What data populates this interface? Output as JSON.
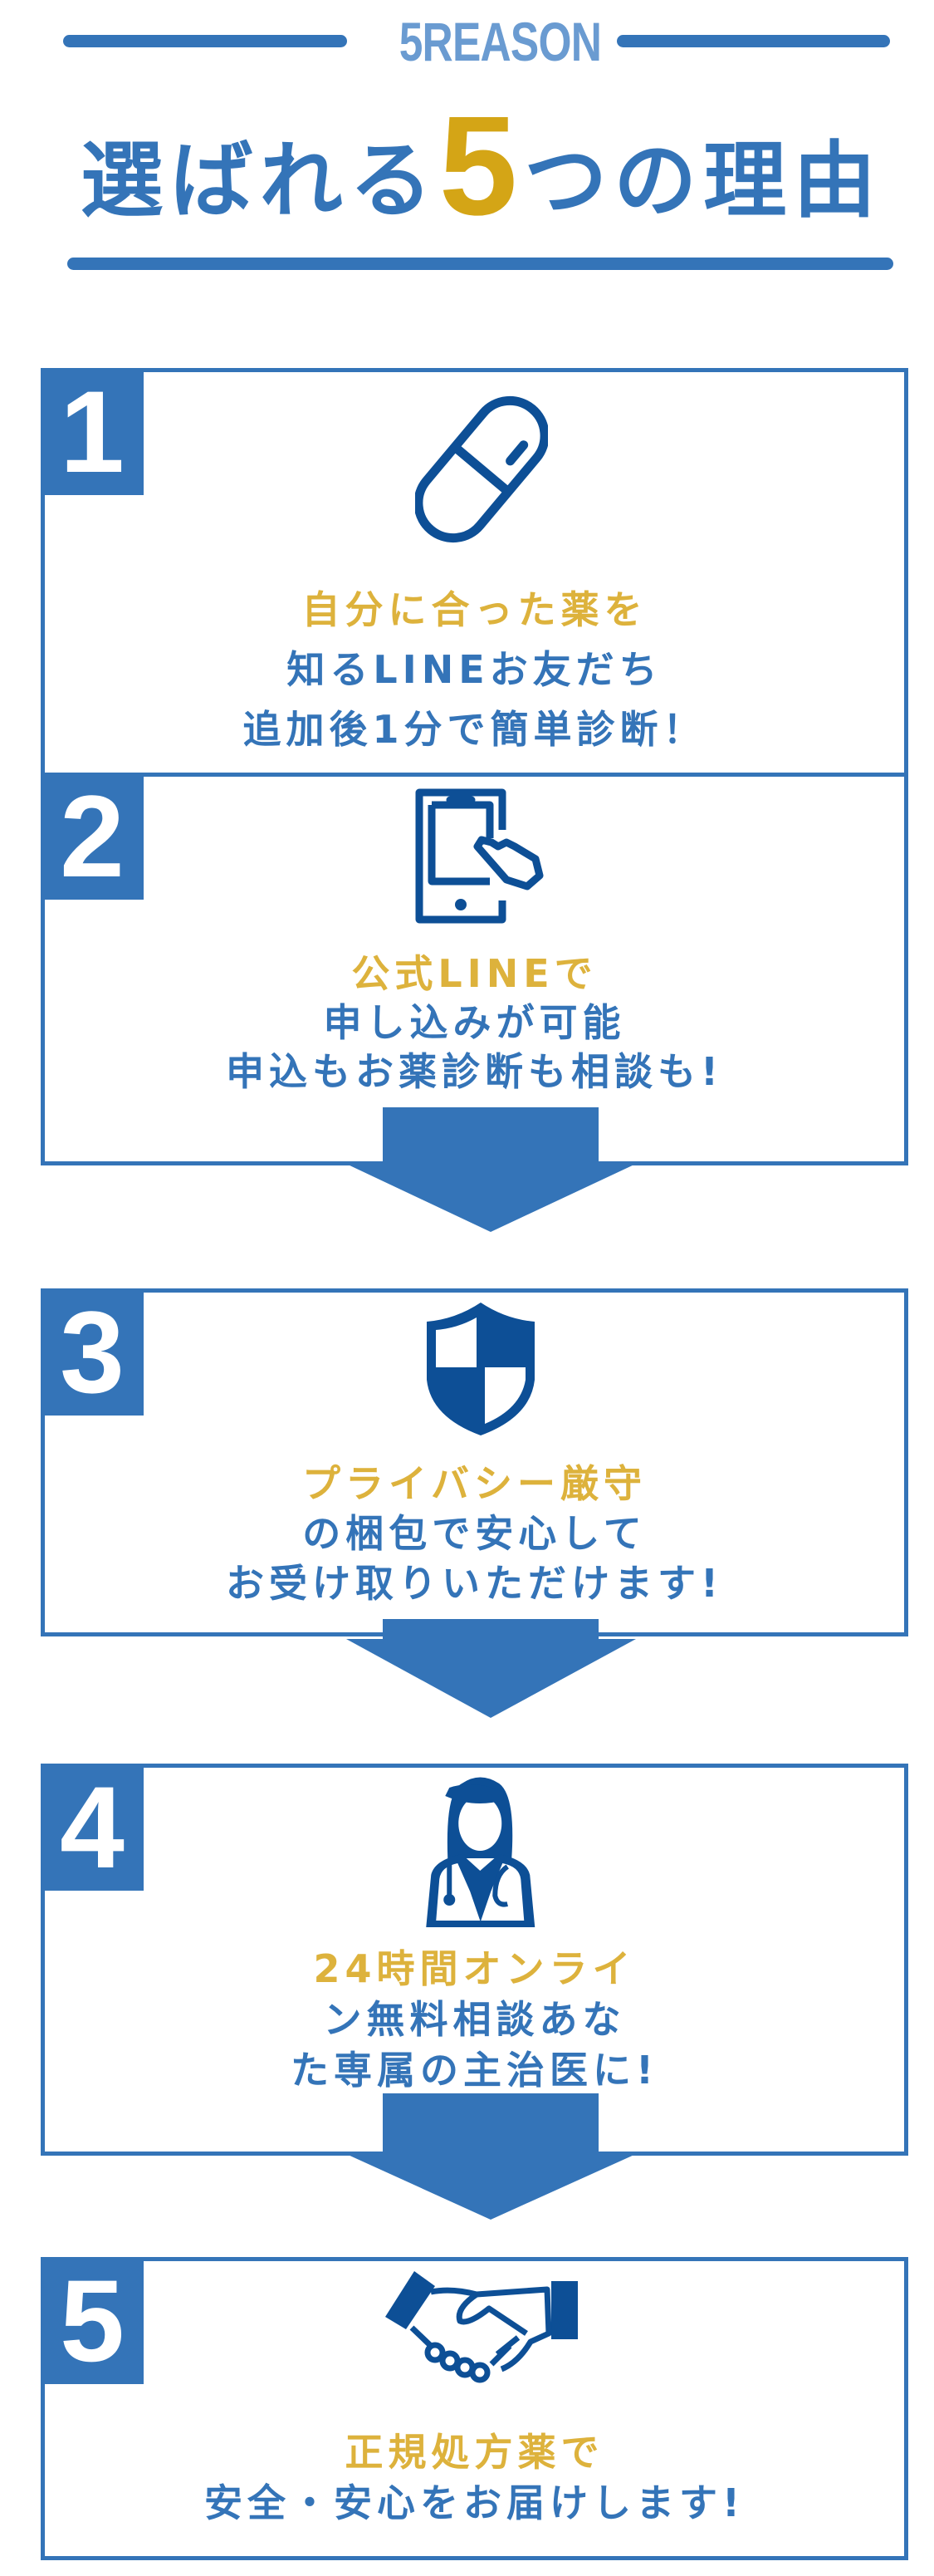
{
  "header": {
    "eyebrow": "5REASON",
    "title_before": "選ばれる",
    "title_number": "5",
    "title_after": "つの理由"
  },
  "colors": {
    "primary": "#3474b8",
    "icon": "#0d4f96",
    "accent": "#d4a516",
    "highlight": "#ddb23c",
    "eyebrow": "#6a9bd1"
  },
  "reasons": [
    {
      "number": "1",
      "icon": "capsule-icon",
      "highlight": "自分に合った薬を",
      "lines": [
        "知るLINEお友だち",
        "追加後1分で簡単診断！"
      ]
    },
    {
      "number": "2",
      "icon": "smartphone-tap-icon",
      "highlight": "公式LINEで",
      "lines": [
        "申し込みが可能",
        "申込もお薬診断も相談も!"
      ]
    },
    {
      "number": "3",
      "icon": "shield-icon",
      "highlight": "プライバシー厳守",
      "lines": [
        "の梱包で安心して",
        "お受け取りいただけます!"
      ]
    },
    {
      "number": "4",
      "icon": "doctor-icon",
      "highlight": "24時間オンライ",
      "lines": [
        "ン無料相談あな",
        "た専属の主治医に!"
      ]
    },
    {
      "number": "5",
      "icon": "handshake-icon",
      "highlight": "正規処方薬で",
      "lines": [
        "安全・安心をお届けします!"
      ]
    }
  ]
}
